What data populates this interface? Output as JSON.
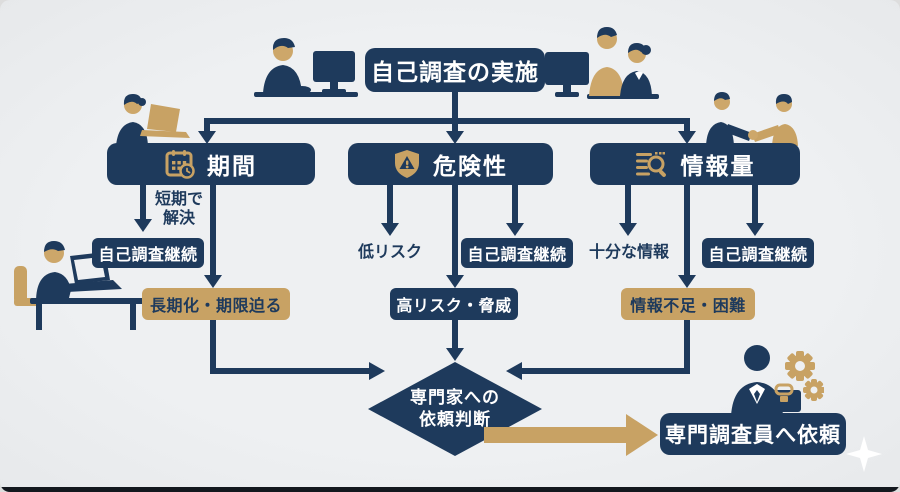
{
  "colors": {
    "navy": "#1e3a5c",
    "gold": "#c8a264",
    "skin": "#cda76a",
    "background": "#eceef0"
  },
  "flow": {
    "start": "自己調査の実施",
    "branches": [
      {
        "label": "期間",
        "icon": "calendar-clock-icon",
        "path_label_line1": "短期で",
        "path_label_line2": "解決",
        "continue_label": "自己調査継続",
        "escalate_label": "長期化・期限迫る"
      },
      {
        "label": "危険性",
        "icon": "shield-alert-icon",
        "path_label": "低リスク",
        "continue_label": "自己調査継続",
        "escalate_label": "高リスク・脅威"
      },
      {
        "label": "情報量",
        "icon": "search-list-icon",
        "path_label": "十分な情報",
        "continue_label": "自己調査継続",
        "escalate_label": "情報不足・困難"
      }
    ],
    "decision": {
      "line1": "専門家への",
      "line2": "依頼判断"
    },
    "result": "専門調査員へ依頼"
  }
}
